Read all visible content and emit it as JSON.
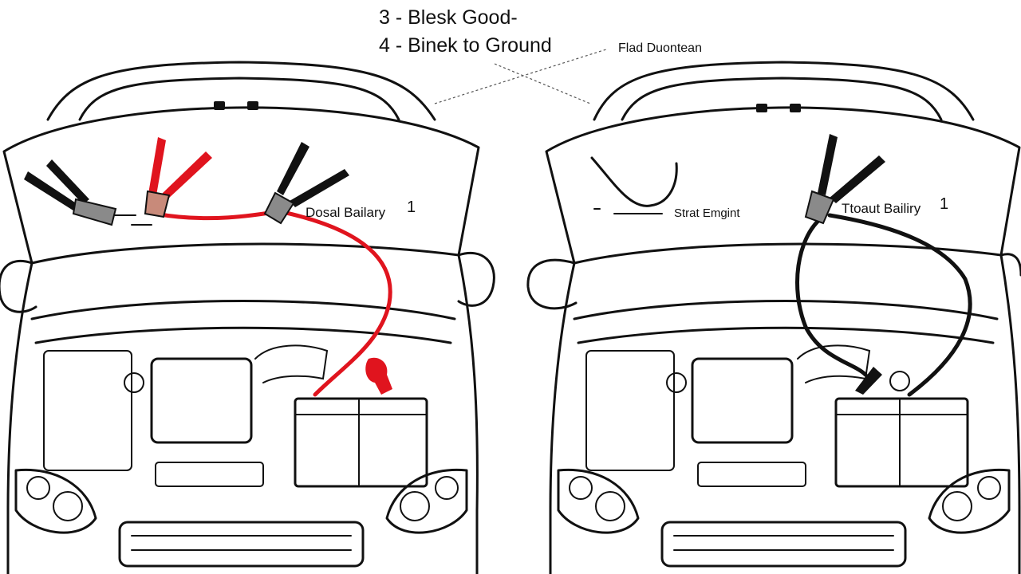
{
  "steps": [
    {
      "text": "3 - Blesk Good-"
    },
    {
      "text": "4 - Binek to Ground"
    }
  ],
  "top_label": "Flad Duontean",
  "left_car": {
    "battery_label": "Dosal Bailary",
    "number": "1"
  },
  "right_car": {
    "engine_label": "Strat Emgint",
    "battery_label": "Ttoaut Bailiry",
    "number": "1"
  },
  "colors": {
    "line": "#111111",
    "positive_cable": "#e0141e",
    "negative_cable": "#111111",
    "clamp_jaw": "#8a8a8a",
    "background": "#ffffff"
  }
}
